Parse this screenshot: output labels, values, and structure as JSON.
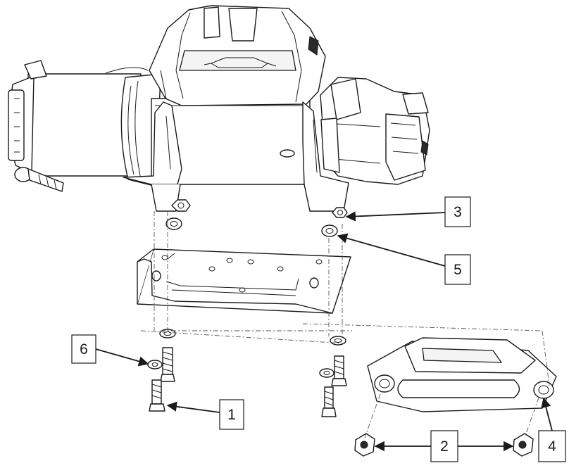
{
  "callouts": [
    {
      "id": "1",
      "label": "1"
    },
    {
      "id": "2",
      "label": "2"
    },
    {
      "id": "3",
      "label": "3"
    },
    {
      "id": "4",
      "label": "4"
    },
    {
      "id": "5",
      "label": "5"
    },
    {
      "id": "6",
      "label": "6"
    }
  ],
  "colors": {
    "ink": "#1a1a1a",
    "paper": "#ffffff"
  }
}
